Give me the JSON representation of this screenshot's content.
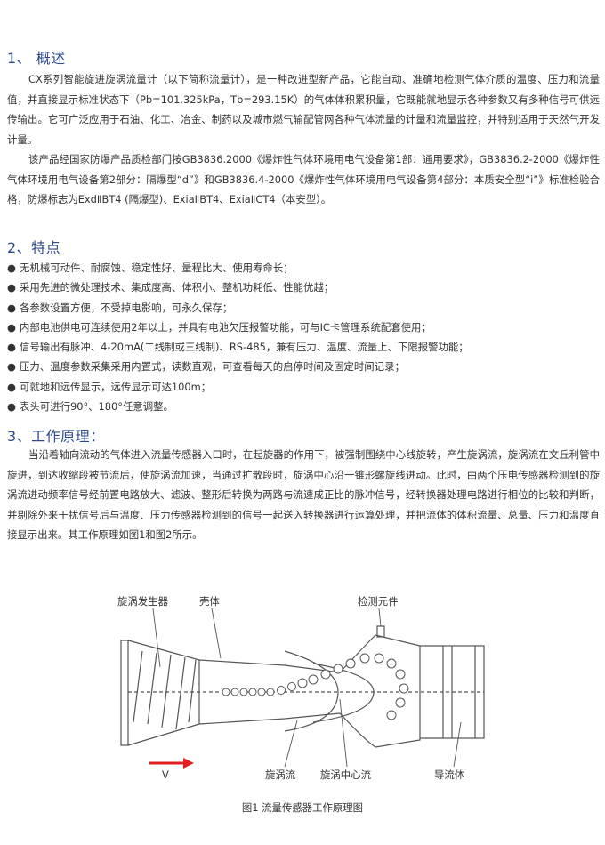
{
  "sections": {
    "overview": {
      "title": "1、 概述",
      "p1": "CX系列智能旋进旋涡流量计（以下简称流量计），是一种改进型新产品，它能自动、准确地检测气体介质的温度、压力和流量值，并直接显示标准状态下（Pb=101.325kPa，Tb=293.15K）的气体体积累积量，它既能就地显示各种参数又有多种信号可供远传输出。它可广泛应用于石油、化工、冶金、制药以及城市燃气输配管网各种气体流量的计量和流量监控，并特别适用于天然气开发计量。",
      "p2": "该产品经国家防爆产品质检部门按GB3836.2000《爆炸性气体环境用电气设备第1部：通用要求》，GB3836.2-2000《爆炸性气体环境用电气设备第2部分：隔爆型“d”》和GB3836.4-2000《爆炸性气体环境用电气设备第4部分：本质安全型“i”》标准检验合格，防爆标志为ExdⅡBT4 (隔爆型)、ExiaⅡBT4、ExiaⅡCT4（本安型）。"
    },
    "features": {
      "title": "2、特点",
      "items": [
        "无机械可动件、耐腐蚀、稳定性好、量程比大、使用寿命长；",
        "采用先进的微处理技术、集成度高、体积小、整机功耗低、性能优越；",
        "各参数设置方便，不受掉电影响，可永久保存；",
        "内部电池供电可连续使用2年以上，并具有电池欠压报警功能，可与IC卡管理系统配套使用；",
        "信号输出有脉冲、4-20mA(二线制或三线制)、RS-485，兼有压力、温度、流量上、下限报警功能；",
        "压力、温度参数采集采用内置式，读数直观，可查看每天的启停时间及固定时间记录；",
        "可就地和远传显示，远传显示可达100m；",
        "表头可进行90°、180°任意调整。"
      ]
    },
    "principle": {
      "title": "3、工作原理：",
      "p1": "当沿着轴向流动的气体进入流量传感器入口时，在起旋器的作用下，被强制围绕中心线旋转，产生旋涡流，旋涡流在文丘利管中旋进，到达收缩段被节流后，使旋涡流加速，当通过扩散段时，旋涡中心沿一锥形螺旋线进动。此时，由两个压电传感器检测到的旋涡流进动频率信号经前置电路放大、滤波、整形后转换为两路与流速成正比的脉冲信号，经转换器处理电路进行相位的比较和判断，并剔除外来干扰信号后与温度、压力传感器检测到的信号一起送入转换器进行运算处理，并把流体的体积流量、总量、压力和温度直接显示出来。其工作原理如图1和图2所示。"
    }
  },
  "figure": {
    "labels": {
      "vortex_generator": "旋涡发生器",
      "housing": "壳体",
      "detector": "检测元件",
      "velocity": "V",
      "vortex_flow": "旋涡流",
      "vortex_center": "旋涡中心流",
      "flow_guide": "导流体"
    },
    "caption": "图1  流量传感器工作原理图"
  },
  "colors": {
    "heading": "#2e4a8c",
    "text": "#333333",
    "arrow": "#e02020"
  }
}
